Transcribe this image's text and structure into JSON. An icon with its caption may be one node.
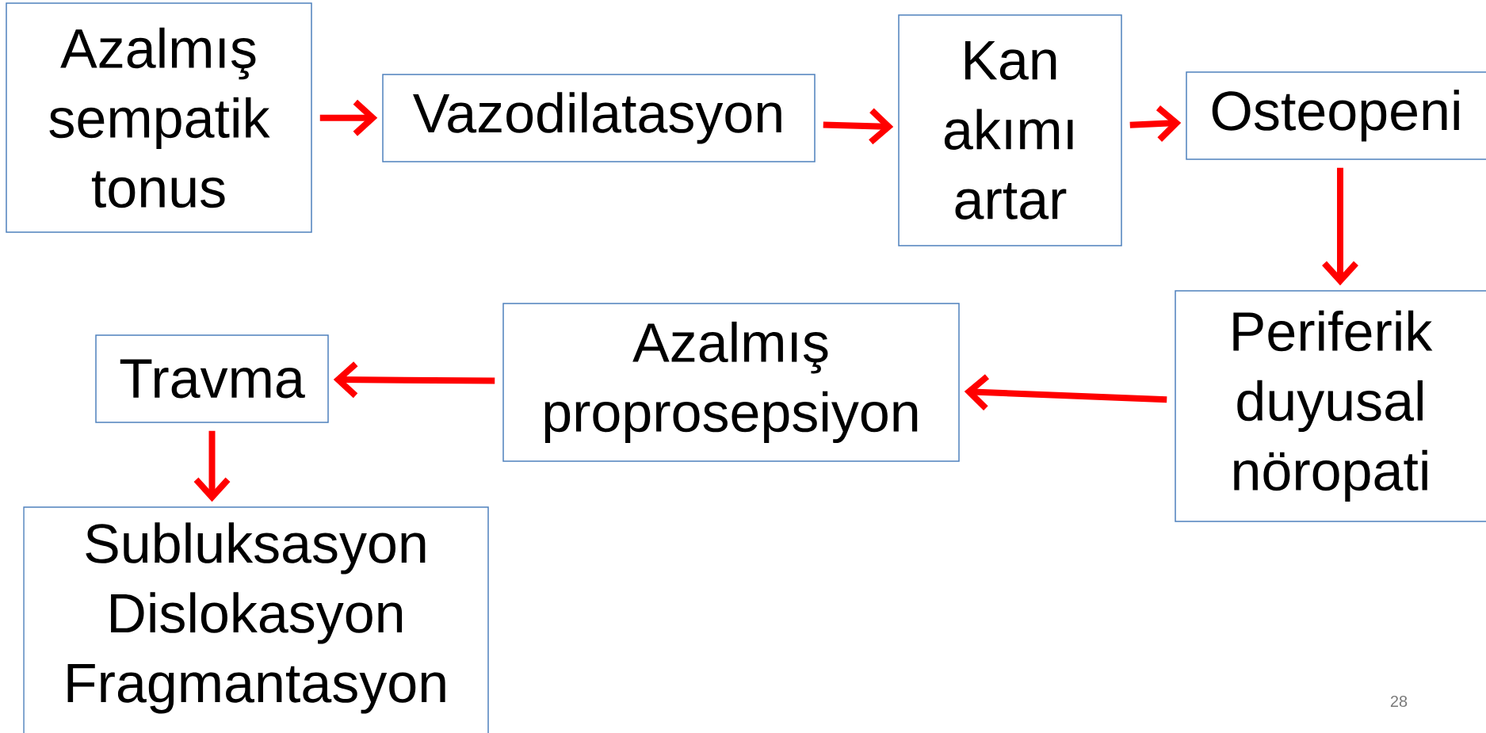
{
  "diagram": {
    "nodes": [
      {
        "text": [
          "Azalmış sempatik tonus"
        ]
      },
      {
        "text": [
          "Vazodilatasyon"
        ]
      },
      {
        "text": [
          "Kan akımı artar"
        ]
      },
      {
        "text": [
          "Osteopeni"
        ]
      },
      {
        "text": [
          "Periferik duyusal nöropati"
        ]
      },
      {
        "text": [
          "Azalmış proprosepsiyon"
        ]
      },
      {
        "text": [
          "Travma"
        ]
      },
      {
        "text": [
          "Subluksasyon",
          "Dislokasyon",
          "Fragmantasyon"
        ]
      }
    ],
    "edges": [
      {
        "from": 0,
        "to": 1,
        "arrow": "to"
      },
      {
        "from": 1,
        "to": 2,
        "arrow": "to"
      },
      {
        "from": 2,
        "to": 3,
        "arrow": "to"
      },
      {
        "from": 3,
        "to": 4,
        "arrow": "to"
      },
      {
        "from": 4,
        "to": 5,
        "arrow": "to"
      },
      {
        "from": 5,
        "to": 6,
        "arrow": "to"
      },
      {
        "from": 6,
        "to": 7,
        "arrow": "to"
      }
    ],
    "labels": [
      "28"
    ]
  }
}
